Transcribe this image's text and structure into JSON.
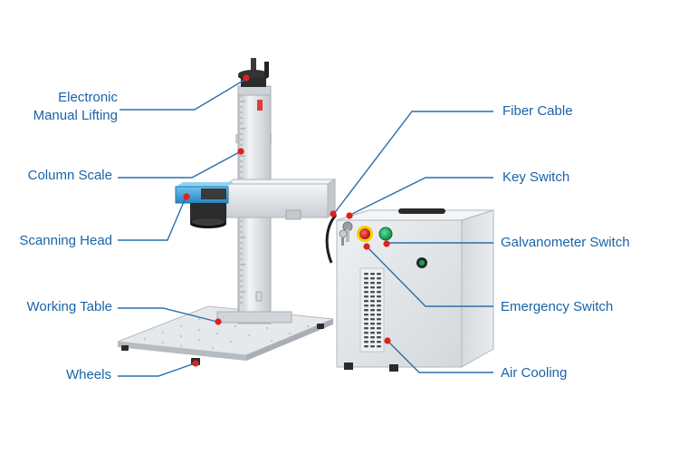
{
  "colors": {
    "label_text": "#1a63a8",
    "leader_line": "#2a6fae",
    "marker": "#e0201e",
    "machine_silver": "#dfe3e7",
    "scan_head_blue": "#3c9fd4",
    "lens_black": "#1e1e1e",
    "green_button": "#19a85b"
  },
  "labels": {
    "electronic_lifting": {
      "line1": "Electronic",
      "line2": "Manual Lifting"
    },
    "column_scale": "Column Scale",
    "scanning_head": "Scanning Head",
    "working_table": "Working Table",
    "wheels": "Wheels",
    "fiber_cable": "Fiber Cable",
    "key_switch": "Key Switch",
    "galvanometer_switch": "Galvanometer Switch",
    "emergency_switch": "Emergency Switch",
    "air_cooling": "Air Cooling"
  },
  "icons": {
    "marker": "red-dot-icon",
    "handwheel": "handwheel-icon",
    "key": "key-icon",
    "emergency_button": "emergency-stop-icon",
    "power_button": "power-button-icon"
  }
}
